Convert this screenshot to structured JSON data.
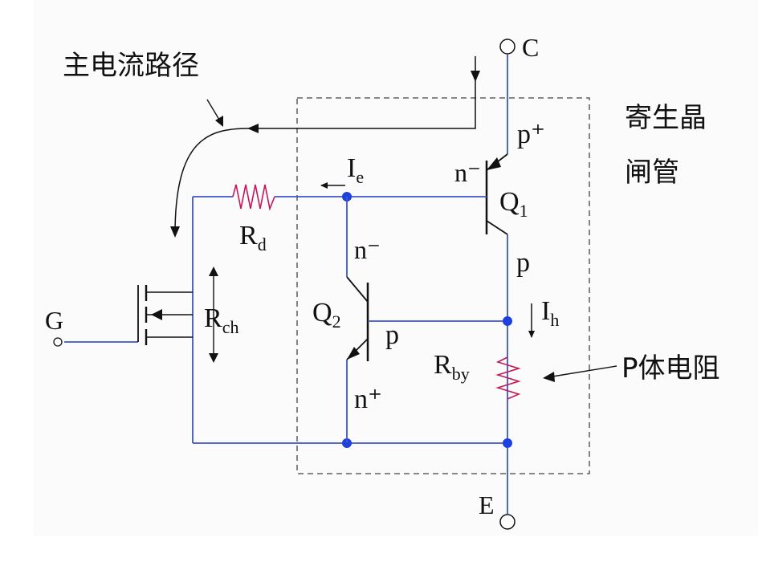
{
  "annotations": {
    "main_current_path": "主电流路径",
    "parasitic_thyristor_line1": "寄生晶",
    "parasitic_thyristor_line2": "闸管",
    "p_body_resistor": "P体电阻"
  },
  "terminals": {
    "collector": "C",
    "emitter": "E",
    "gate": "G"
  },
  "transistors": {
    "q1": {
      "letter": "Q",
      "sub": "1"
    },
    "q2": {
      "letter": "Q",
      "sub": "2"
    }
  },
  "resistors": {
    "rd": {
      "letter": "R",
      "sub": "d"
    },
    "rch": {
      "letter": "R",
      "sub": "ch"
    },
    "rby": {
      "letter": "R",
      "sub": "by"
    }
  },
  "currents": {
    "ie": {
      "letter": "I",
      "sub": "e"
    },
    "ih": {
      "letter": "I",
      "sub": "h"
    }
  },
  "regions": {
    "p_plus": "p⁺",
    "n_minus_q1": "n⁻",
    "p_q1": "p",
    "n_minus_q2": "n⁻",
    "p_q2": "p",
    "n_plus": "n⁺"
  },
  "colors": {
    "wire": "#3c55c8",
    "node": "#1f3fe0",
    "resistor": "#c2185b",
    "line": "#111111",
    "background_panel": "#fbfbfb"
  }
}
